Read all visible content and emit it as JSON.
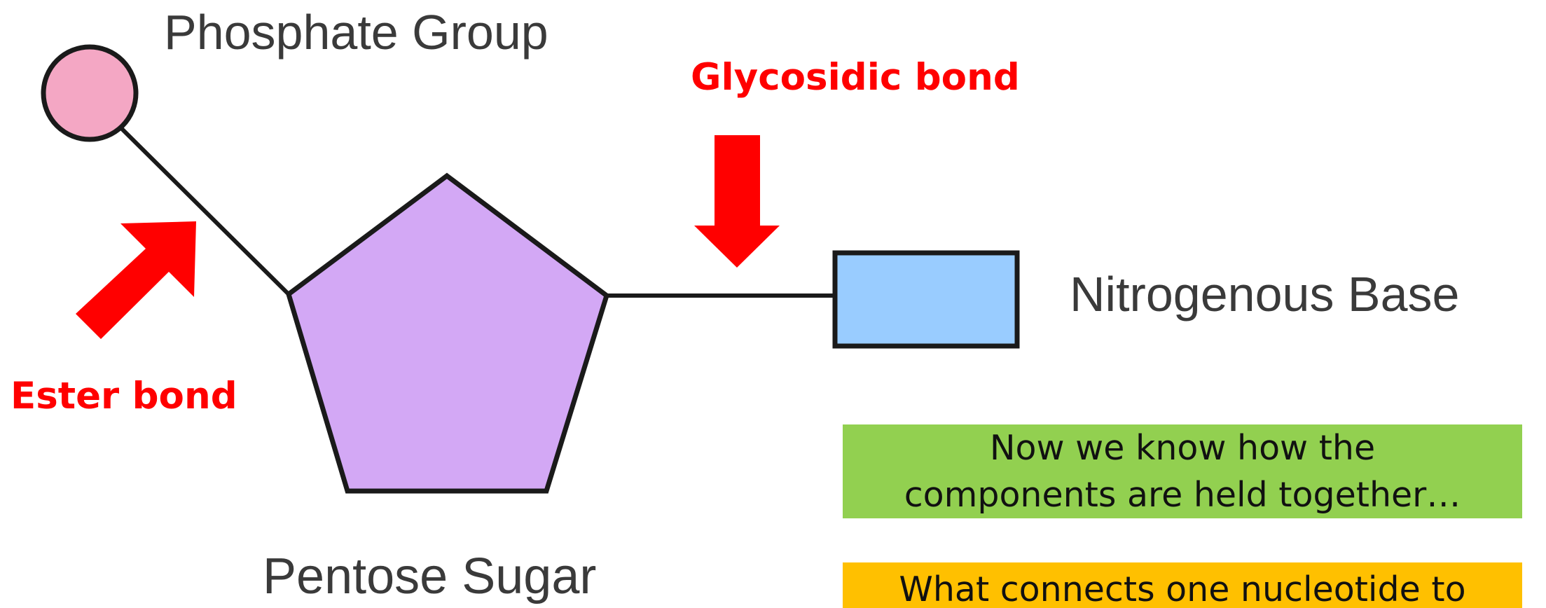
{
  "labels": {
    "phosphate": "Phosphate Group",
    "glycosidic": "Glycosidic bond",
    "base": "Nitrogenous Base",
    "ester": "Ester bond",
    "sugar": "Pentose Sugar"
  },
  "boxes": {
    "green": {
      "line1": "Now we know how the",
      "line2": "components are held together…",
      "color": "#92d050"
    },
    "orange": {
      "line1": "What connects one nucleotide to",
      "color": "#ffc000"
    }
  },
  "colors": {
    "phosphate_fill": "#f4a7c4",
    "sugar_fill": "#d3a8f5",
    "base_fill": "#99ccff",
    "arrow": "#ff0000",
    "outline": "#1a1a1a"
  }
}
